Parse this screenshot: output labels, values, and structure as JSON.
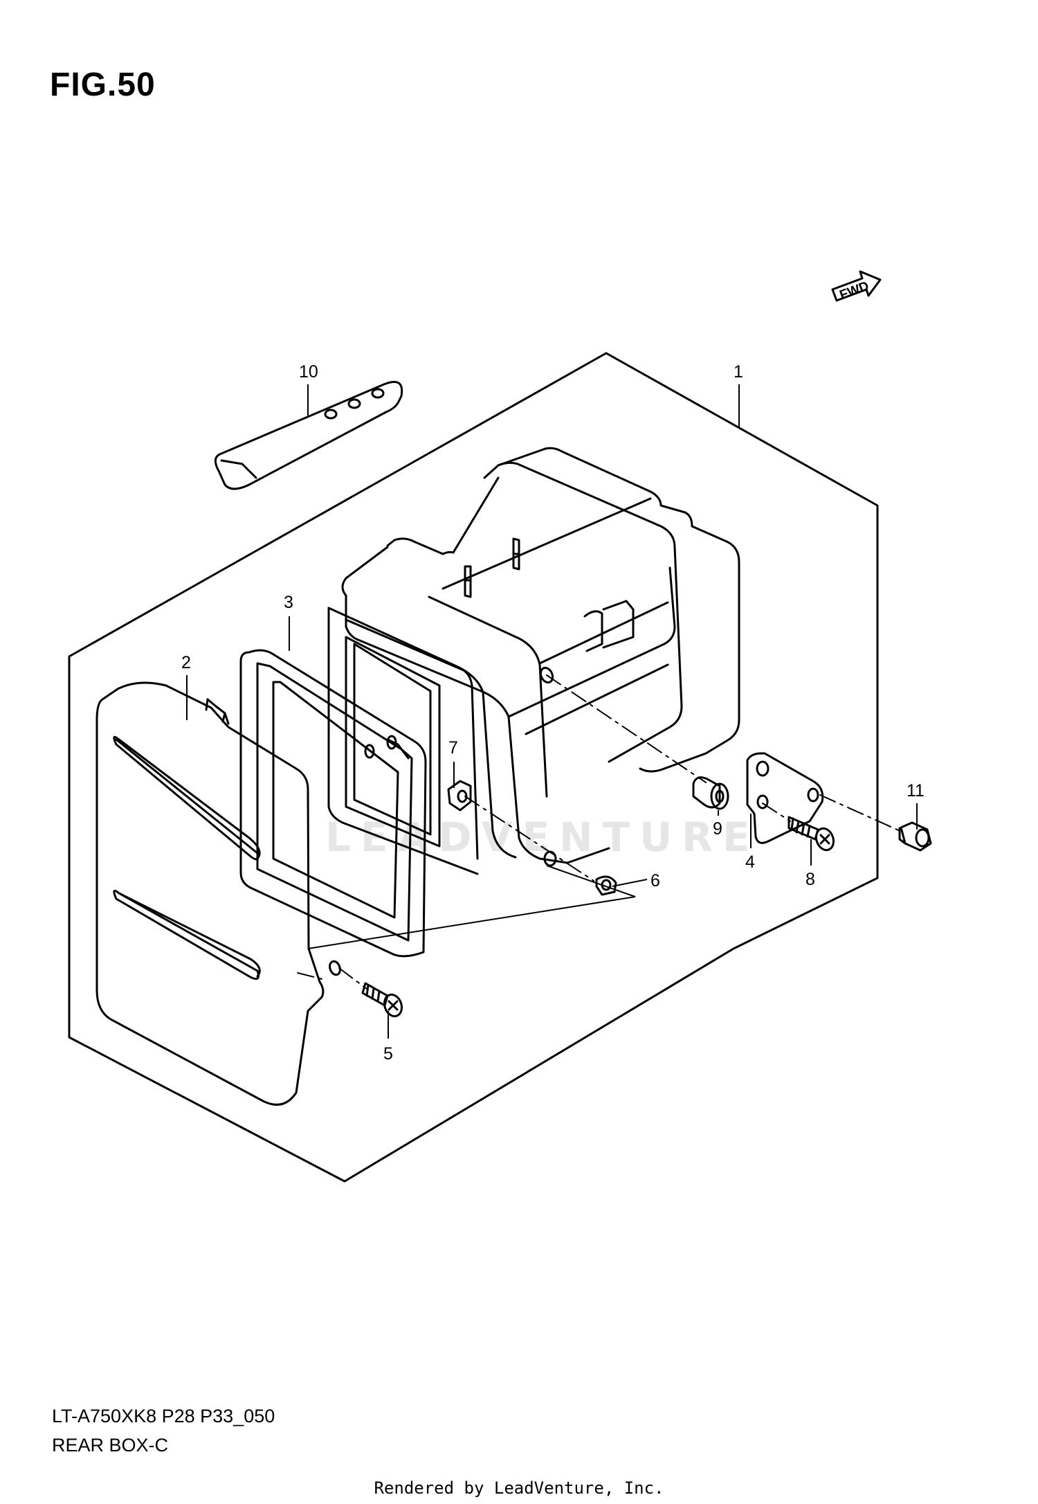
{
  "figure": {
    "title": "FIG.50"
  },
  "model_code": "LT-A750XK8 P28 P33_050",
  "section_name": "REAR BOX-C",
  "fwd_label": "FWD",
  "watermark": "LEADVENTURE",
  "rendered_by": "Rendered by LeadVenture, Inc.",
  "callouts": [
    {
      "id": "1",
      "label": "1"
    },
    {
      "id": "2",
      "label": "2"
    },
    {
      "id": "3",
      "label": "3"
    },
    {
      "id": "4",
      "label": "4"
    },
    {
      "id": "5",
      "label": "5"
    },
    {
      "id": "6",
      "label": "6"
    },
    {
      "id": "7",
      "label": "7"
    },
    {
      "id": "8",
      "label": "8"
    },
    {
      "id": "9",
      "label": "9"
    },
    {
      "id": "10",
      "label": "10"
    },
    {
      "id": "11",
      "label": "11"
    }
  ]
}
